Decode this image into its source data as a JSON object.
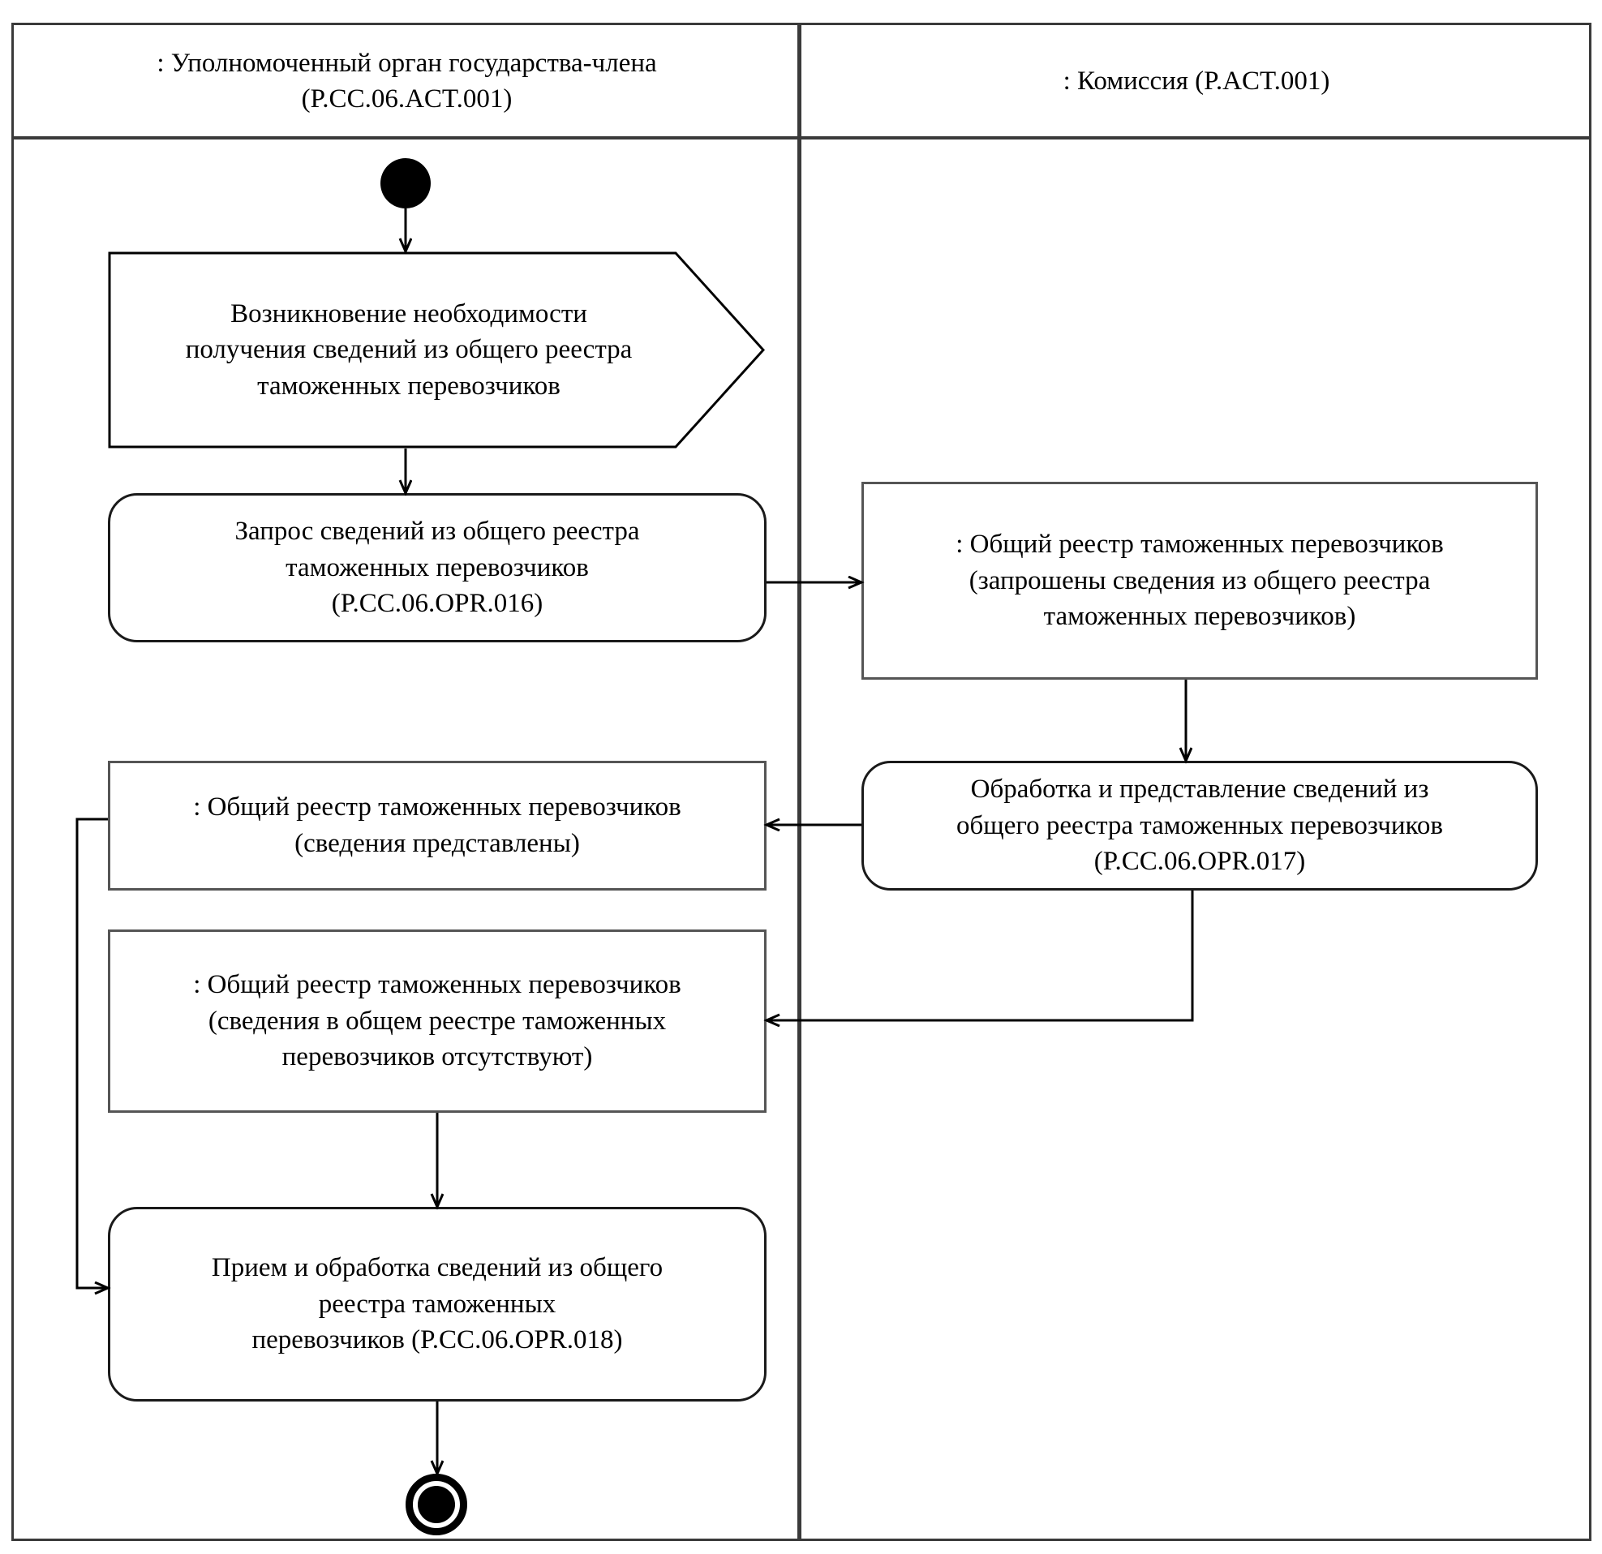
{
  "diagram": {
    "type": "uml-activity-diagram",
    "title": "",
    "lanes": [
      {
        "id": "lane-member-state-authority",
        "header_line1": ": Уполномоченный орган государства-члена",
        "header_line2": "(P.CC.06.ACT.001)"
      },
      {
        "id": "lane-commission",
        "header_line1": ": Комиссия (P.ACT.001)",
        "header_line2": ""
      }
    ],
    "nodes": [
      {
        "id": "initial",
        "kind": "initial-node",
        "lane": "lane-member-state-authority",
        "label": ""
      },
      {
        "id": "signal-need",
        "kind": "signal-receipt",
        "lane": "lane-member-state-authority",
        "label": "Возникновение необходимости\nполучения сведений из общего реестра\nтаможенных перевозчиков"
      },
      {
        "id": "action-opr-016",
        "kind": "action",
        "lane": "lane-member-state-authority",
        "label": "Запрос сведений из общего реестра\nтаможенных перевозчиков\n(P.CC.06.OPR.016)"
      },
      {
        "id": "object-requested",
        "kind": "object",
        "lane": "lane-commission",
        "label": ": Общий реестр таможенных перевозчиков\n(запрошены сведения из общего реестра\nтаможенных перевозчиков)"
      },
      {
        "id": "action-opr-017",
        "kind": "action",
        "lane": "lane-commission",
        "label": "Обработка и представление сведений из\nобщего реестра таможенных перевозчиков\n(P.CC.06.OPR.017)"
      },
      {
        "id": "object-provided",
        "kind": "object",
        "lane": "lane-member-state-authority",
        "label": ": Общий реестр таможенных перевозчиков\n(сведения представлены)"
      },
      {
        "id": "object-absent",
        "kind": "object",
        "lane": "lane-member-state-authority",
        "label": ": Общий реестр таможенных перевозчиков\n(сведения в общем реестре таможенных\nперевозчиков отсутствуют)"
      },
      {
        "id": "action-opr-018",
        "kind": "action",
        "lane": "lane-member-state-authority",
        "label": "Прием и обработка сведений из общего\nреестра таможенных\nперевозчиков (P.CC.06.OPR.018)"
      },
      {
        "id": "final",
        "kind": "final-node",
        "lane": "lane-member-state-authority",
        "label": ""
      }
    ],
    "edges": [
      {
        "id": "edge-initial-to-signal",
        "from": "initial",
        "to": "signal-need",
        "label": ""
      },
      {
        "id": "edge-signal-to-opr016",
        "from": "signal-need",
        "to": "action-opr-016",
        "label": ""
      },
      {
        "id": "edge-opr016-to-object-requested",
        "from": "action-opr-016",
        "to": "object-requested",
        "label": ""
      },
      {
        "id": "edge-object-requested-to-opr017",
        "from": "object-requested",
        "to": "action-opr-017",
        "label": ""
      },
      {
        "id": "edge-opr017-to-object-provided",
        "from": "action-opr-017",
        "to": "object-provided",
        "label": ""
      },
      {
        "id": "edge-opr017-to-object-absent",
        "from": "action-opr-017",
        "to": "object-absent",
        "label": ""
      },
      {
        "id": "edge-object-provided-to-opr018",
        "from": "object-provided",
        "to": "action-opr-018",
        "label": ""
      },
      {
        "id": "edge-object-absent-to-opr018",
        "from": "object-absent",
        "to": "action-opr-018",
        "label": ""
      },
      {
        "id": "edge-opr018-to-final",
        "from": "action-opr-018",
        "to": "final",
        "label": ""
      }
    ],
    "colors": {
      "stroke": "#000000",
      "frame": "#3a3a3a",
      "object_border": "#555555",
      "background": "#ffffff"
    }
  }
}
